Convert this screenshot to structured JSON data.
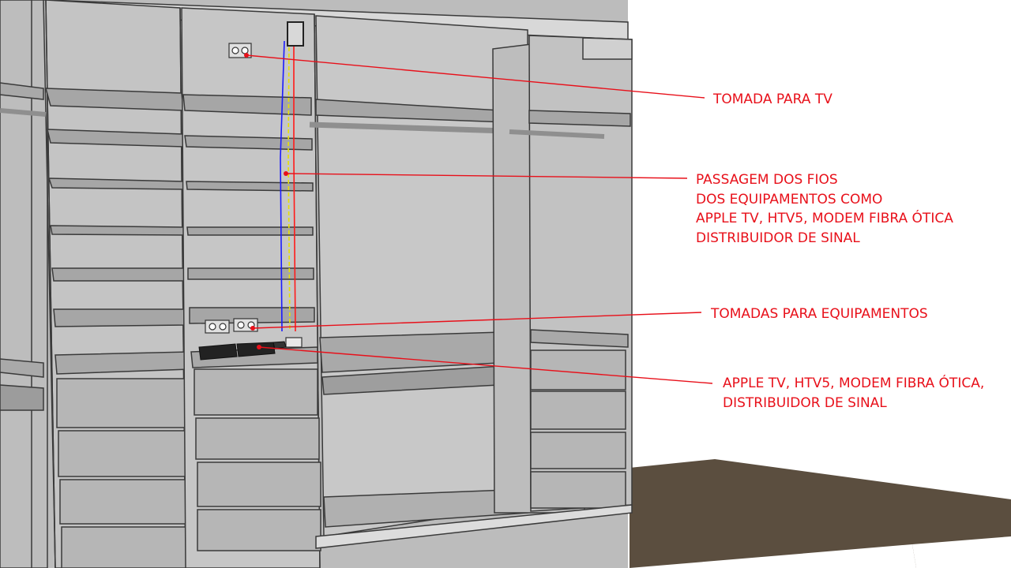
{
  "annotations": {
    "tomada_tv": {
      "lines": [
        "TOMADA PARA TV"
      ]
    },
    "passagem_fios": {
      "lines": [
        "PASSAGEM DOS FIOS",
        "DOS EQUIPAMENTOS COMO",
        "APPLE TV, HTV5, MODEM FIBRA ÓTICA",
        "DISTRIBUIDOR DE SINAL"
      ]
    },
    "tomadas_equipamentos": {
      "lines": [
        "TOMADAS PARA EQUIPAMENTOS"
      ]
    },
    "equipamentos": {
      "lines": [
        "APPLE TV, HTV5, MODEM FIBRA ÓTICA,",
        "DISTRIBUIDOR DE SINAL"
      ]
    }
  },
  "colors": {
    "annotation": "#e8101a",
    "floor": "#5b4e3f",
    "cabinet_fill": "#c9c9c9",
    "cabinet_edge": "#3a3a3a",
    "wire_blue": "#1a1aff",
    "wire_red": "#ff1a1a",
    "wire_yellow": "#e8e000"
  }
}
